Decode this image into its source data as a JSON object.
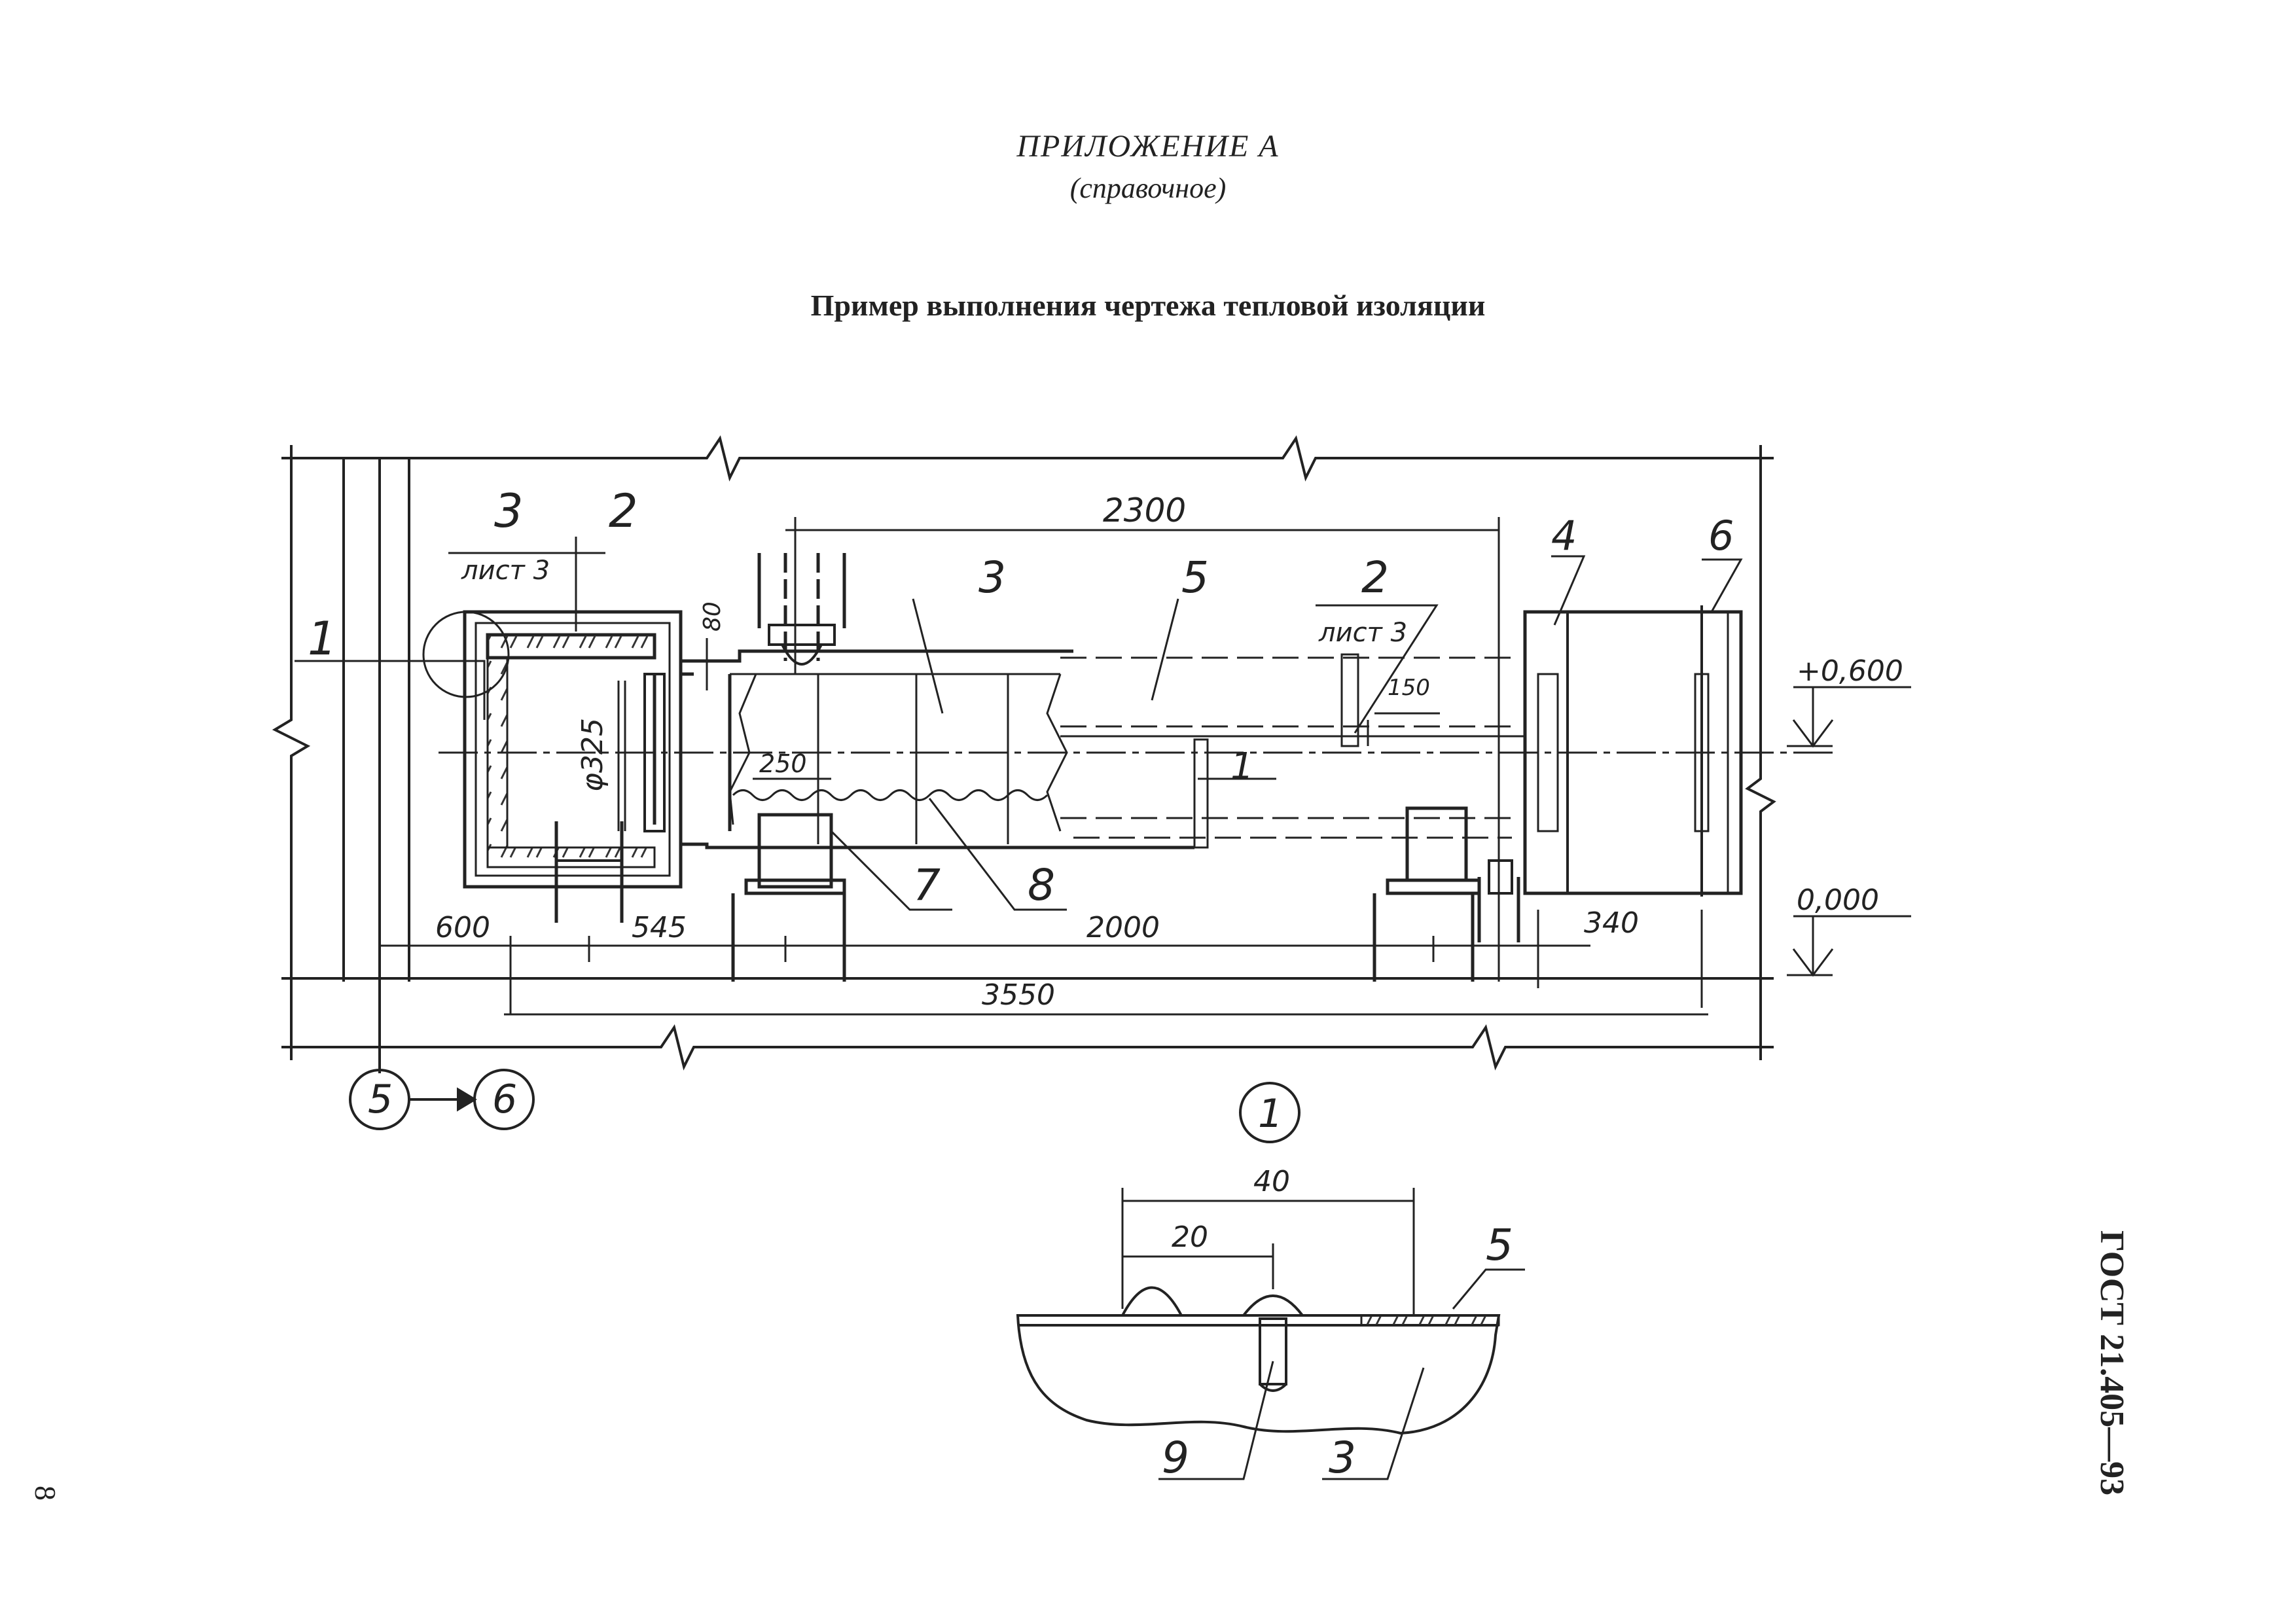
{
  "header": {
    "appendix": "ПРИЛОЖЕНИЕ А",
    "appendix_note": "(справочное)",
    "title": "Пример выполнения чертежа тепловой изоляции"
  },
  "page": {
    "number": "8",
    "standard": "ГОСТ 21.405—93"
  },
  "drawing": {
    "dimensions": {
      "d2300": "2300",
      "d80": "80",
      "d325": "φ325",
      "d250": "250",
      "d150": "150",
      "d600": "600",
      "d545": "545",
      "d2000": "2000",
      "d340": "340",
      "d3550": "3550"
    },
    "elevations": {
      "top": "+0,600",
      "zero": "0,000"
    },
    "callouts": {
      "c1a": "1",
      "c2a": "2",
      "c3a": "3",
      "sheet_a": "лист 3",
      "c3b": "3",
      "c5a": "5",
      "c2b": "2",
      "sheet_b": "лист 3",
      "c4": "4",
      "c6": "6",
      "c1b": "1",
      "c7": "7",
      "c8": "8"
    },
    "axes": {
      "from": "5",
      "to": "6"
    }
  },
  "detail": {
    "marker": "1",
    "dimensions": {
      "d40": "40",
      "d20": "20"
    },
    "callouts": {
      "c5": "5",
      "c9": "9",
      "c3": "3"
    }
  }
}
